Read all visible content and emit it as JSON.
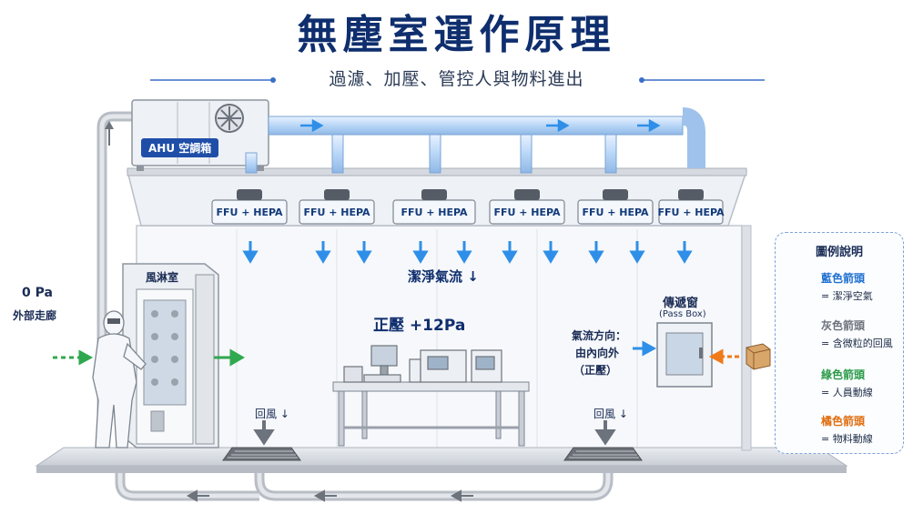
{
  "title": "無塵室運作原理",
  "subtitle": "過濾、加壓、管控人與物料進出",
  "ahu_label": "AHU 空調箱",
  "ffu_units": [
    {
      "label": "FFU + HEPA"
    },
    {
      "label": "FFU + HEPA"
    },
    {
      "label": "FFU + HEPA"
    },
    {
      "label": "FFU + HEPA"
    },
    {
      "label": "FFU + HEPA"
    },
    {
      "label": "FFU + HEPA"
    }
  ],
  "clean_airflow_label": "潔淨氣流 ↓",
  "pressure_label": "正壓 +12Pa",
  "outside": {
    "pressure": "0 Pa",
    "name": "外部走廊"
  },
  "air_shower_label": "風淋室",
  "return_air_left": "回風 ↓",
  "return_air_right": "回風 ↓",
  "pass_box": {
    "name": "傳遞窗",
    "english": "(Pass Box)"
  },
  "airflow_direction": {
    "line1": "氣流方向：",
    "line2": "由內向外",
    "line3": "（正壓）"
  },
  "legend": {
    "title": "圖例說明",
    "items": [
      {
        "name": "藍色箭頭",
        "desc": "= 潔淨空氣",
        "color": "#2f8fe8"
      },
      {
        "name": "灰色箭頭",
        "desc": "= 含微粒的回風",
        "color": "#9a9ea6"
      },
      {
        "name": "綠色箭頭",
        "desc": "= 人員動線",
        "color": "#2fa84f"
      },
      {
        "name": "橘色箭頭",
        "desc": "= 物料動線",
        "color": "#f07a1a"
      }
    ]
  },
  "colors": {
    "title": "#0f2e6e",
    "clean_air": "#2f8fe8",
    "return_air": "#9a9ea6",
    "personnel": "#2fa84f",
    "material": "#f07a1a"
  }
}
